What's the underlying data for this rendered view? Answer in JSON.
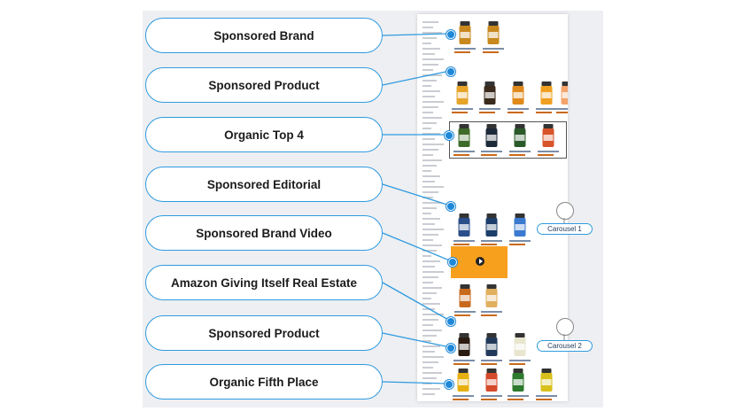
{
  "labels": [
    "Sponsored Brand",
    "Sponsored Product",
    "Organic Top 4",
    "Sponsored Editorial",
    "Sponsored Brand Video",
    "Amazon Giving Itself Real Estate",
    "Sponsored Product",
    "Organic Fifth Place"
  ],
  "carousels": [
    "Carousel 1",
    "Carousel 2"
  ],
  "colors": {
    "accent": "#2f9be0",
    "dot": "#1e88d8",
    "video": "#f7a01e",
    "backdrop": "#eeeff2"
  }
}
